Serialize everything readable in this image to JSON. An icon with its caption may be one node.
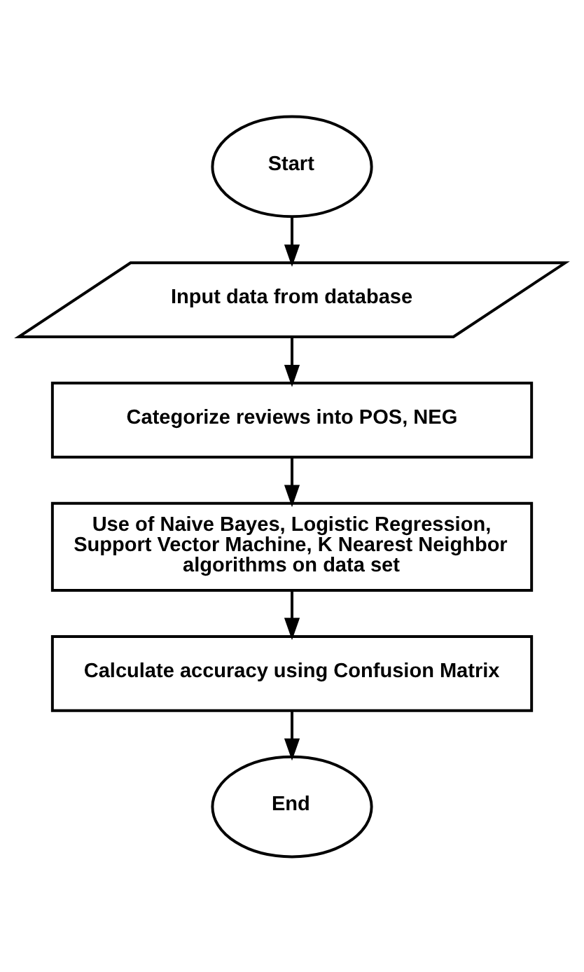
{
  "diagram": {
    "nodes": [
      {
        "text": [
          "Start"
        ]
      },
      {
        "text": [
          "Input data from database"
        ]
      },
      {
        "text": [
          "Categorize reviews into POS, NEG"
        ]
      },
      {
        "text": [
          "Use of Naive Bayes, Logistic Regression, Support Vector Machine, K Nearest Neighbor algorithms on data set"
        ]
      },
      {
        "text": [
          "Calculate accuracy using Confusion Matrix"
        ]
      },
      {
        "text": [
          "End"
        ]
      }
    ],
    "edges": [
      {
        "from": 0,
        "to": 1,
        "arrow": "to"
      },
      {
        "from": 1,
        "to": 2,
        "arrow": "to"
      },
      {
        "from": 2,
        "to": 3,
        "arrow": "to"
      },
      {
        "from": 3,
        "to": 4,
        "arrow": "to"
      },
      {
        "from": 4,
        "to": 5,
        "arrow": "to"
      }
    ]
  }
}
